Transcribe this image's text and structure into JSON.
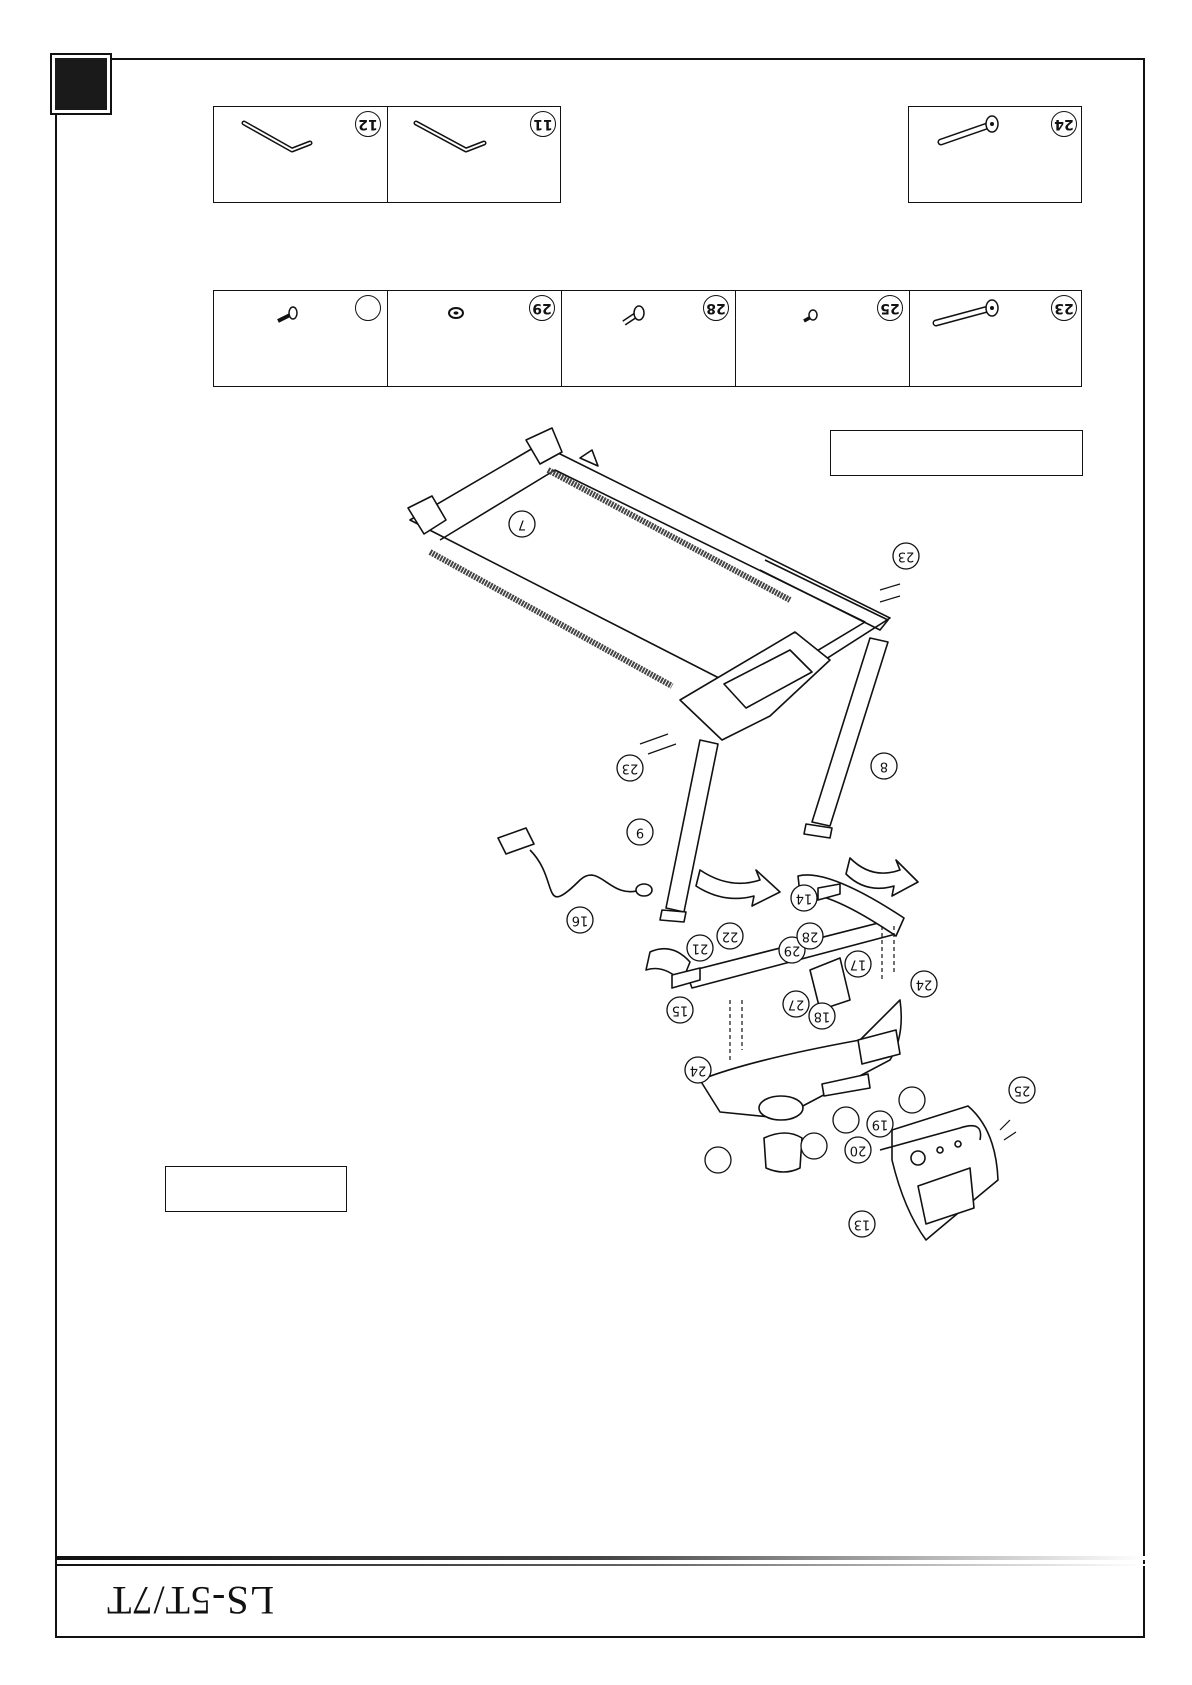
{
  "parts_row_1": [
    {
      "number": "12",
      "icon": "allen-key-icon"
    },
    {
      "number": "11",
      "icon": "allen-key-icon"
    },
    {
      "number": "24",
      "icon": "long-bolt-icon"
    }
  ],
  "parts_row_2": [
    {
      "number": "",
      "icon": "screw-icon"
    },
    {
      "number": "29",
      "icon": "washer-icon"
    },
    {
      "number": "28",
      "icon": "short-bolt-icon"
    },
    {
      "number": "25",
      "icon": "small-screw-icon"
    },
    {
      "number": "23",
      "icon": "long-bolt-icon"
    }
  ],
  "callouts": [
    "7",
    "23",
    "23",
    "8",
    "9",
    "16",
    "14",
    "22",
    "21",
    "29",
    "28",
    "17",
    "15",
    "27",
    "18",
    "24",
    "24",
    "19",
    "25",
    "20",
    "13"
  ],
  "footer": {
    "brand": "LS-5T/7T"
  },
  "colors": {
    "line": "#111111",
    "step_block": "#1a1a1a"
  }
}
